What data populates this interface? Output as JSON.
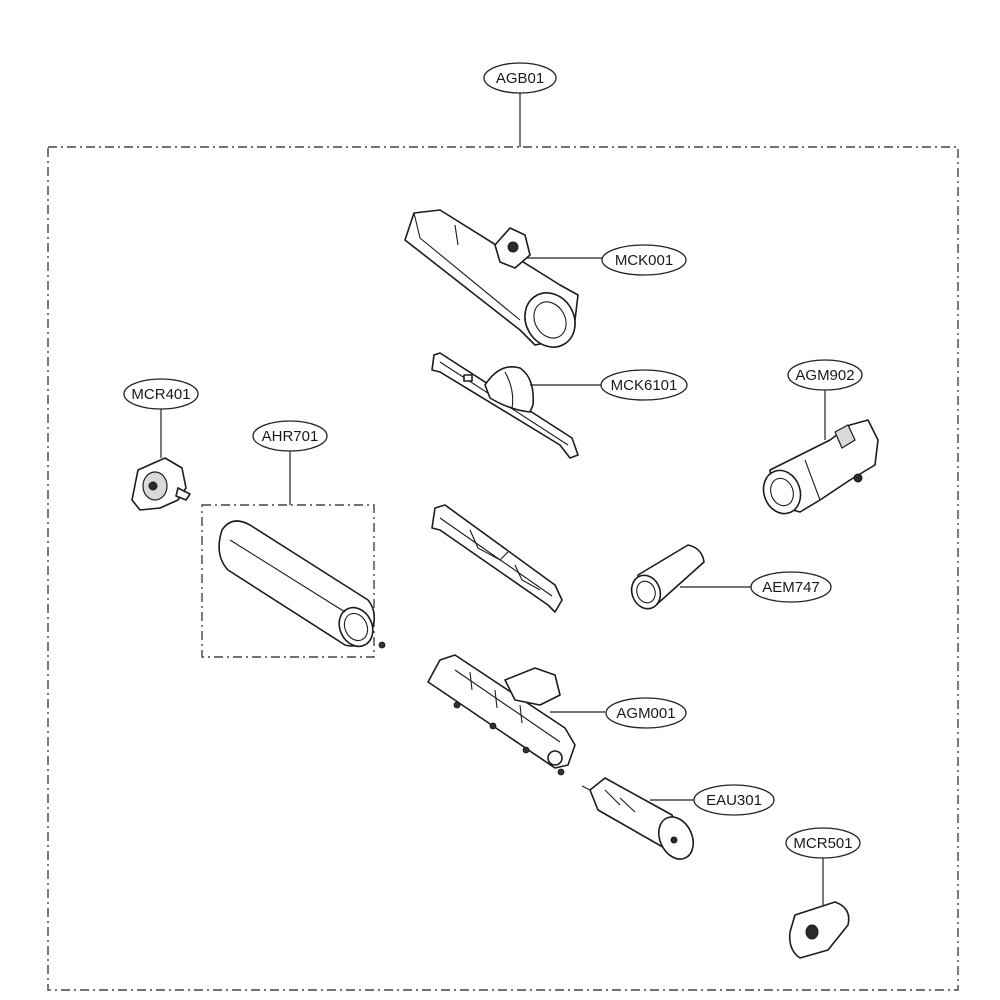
{
  "callouts": {
    "agb01": "AGB01",
    "mck001": "MCK001",
    "mck6101": "MCK6101",
    "mcr401": "MCR401",
    "ahr701": "AHR701",
    "agm902": "AGM902",
    "aem747": "AEM747",
    "agm001": "AGM001",
    "eau301": "EAU301",
    "mcr501": "MCR501"
  }
}
